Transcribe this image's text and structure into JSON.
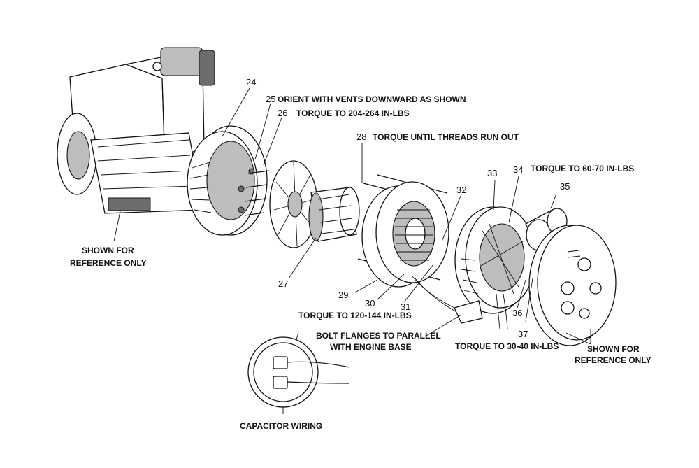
{
  "diagram": {
    "part_numbers": {
      "p24": "24",
      "p25": "25",
      "p26": "26",
      "p27": "27",
      "p28": "28",
      "p29": "29",
      "p30": "30",
      "p31": "31",
      "p32": "32",
      "p33": "33",
      "p34": "34",
      "p35": "35",
      "p36": "36",
      "p37": "37"
    },
    "notes": {
      "orient": "ORIENT WITH VENTS DOWNWARD AS SHOWN",
      "torque_204": "TORQUE TO 204-264 IN-LBS",
      "torque_threads": "TORQUE UNTIL THREADS RUN OUT",
      "torque_60": "TORQUE TO 60-70 IN-LBS",
      "torque_120": "TORQUE TO 120-144 IN-LBS",
      "bolt_flanges_1": "BOLT FLANGES TO PARALLEL",
      "bolt_flanges_2": "WITH ENGINE BASE",
      "torque_30": "TORQUE TO 30-40 IN-LBS",
      "ref_left_1": "SHOWN FOR",
      "ref_left_2": "REFERENCE ONLY",
      "ref_right_1": "SHOWN FOR",
      "ref_right_2": "REFERENCE ONLY",
      "capacitor": "CAPACITOR WIRING"
    }
  }
}
